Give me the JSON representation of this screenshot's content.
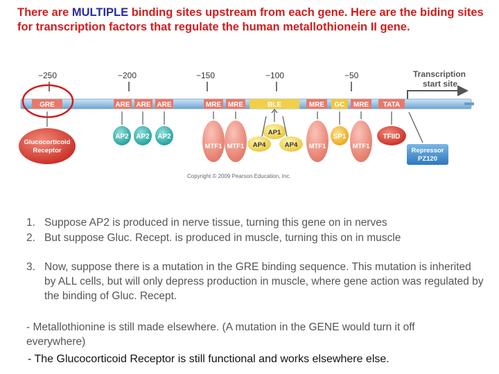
{
  "title": {
    "part1": "There are ",
    "highlight": "MULTIPLE",
    "part2": " binding sites upstream from each gene.  Here are the biding sites for transcription factors that regulate the human metallothionein II gene."
  },
  "diagram": {
    "ticks": [
      "−250",
      "−200",
      "−150",
      "−100",
      "−50"
    ],
    "transcription_label_line1": "Transcription",
    "transcription_label_line2": "start site",
    "elements": {
      "gre": "GRE",
      "are1": "ARE",
      "are2": "ARE",
      "are3": "ARE",
      "mre1": "MRE",
      "mre2": "MRE",
      "ble": "BLE",
      "mre3": "MRE",
      "gc": "GC",
      "mre4": "MRE",
      "tata": "TATA"
    },
    "factors": {
      "glucocorticoid_line1": "Glucocorticoid",
      "glucocorticoid_line2": "Receptor",
      "ap2_1": "AP2",
      "ap2_2": "AP2",
      "ap2_3": "AP2",
      "mtf1_1": "MTF1",
      "mtf1_2": "MTF1",
      "ap4_1": "AP4",
      "ap1": "AP1",
      "ap4_2": "AP4",
      "mtf1_3": "MTF1",
      "sp1": "SP1",
      "mtf1_4": "MTF1",
      "tfiid": "TFIID",
      "repressor_line1": "Repressor",
      "repressor_line2": "PZ120"
    },
    "copyright": "Copyright © 2009 Pearson Education, Inc.",
    "colors": {
      "bar": "#9ec6e6",
      "element_box": "#e8796a",
      "ble_box": "#f1cf48",
      "gc_box": "#f2c63c",
      "glucocorticoid": "#d9342b",
      "ap2": "#34b5b0",
      "mtf1": "#e98a78",
      "ap_yellow": "#f4df6c",
      "sp1": "#f1b623",
      "tfiid": "#de3a30",
      "repressor": "#3f8ed0",
      "highlight_circle": "#d41c1c"
    }
  },
  "list": [
    {
      "num": "1.",
      "text": "Suppose AP2 is produced in nerve tissue, turning this gene on in nerves"
    },
    {
      "num": "2.",
      "text": "But suppose Gluc. Recept. is produced in muscle, turning this on in muscle"
    },
    {
      "num": "3.",
      "text": "Now, suppose there is a mutation in the GRE binding sequence.  This mutation is inherited by ALL cells, but will only depress production in muscle, where gene action was regulated by the binding of Gluc. Recept."
    }
  ],
  "notes": {
    "note1": " - Metallothionine is still made elsewhere. (A mutation in the GENE would turn it off everywhere)",
    "note2": " - The Glucocorticoid Receptor is still functional and works elsewhere else."
  }
}
